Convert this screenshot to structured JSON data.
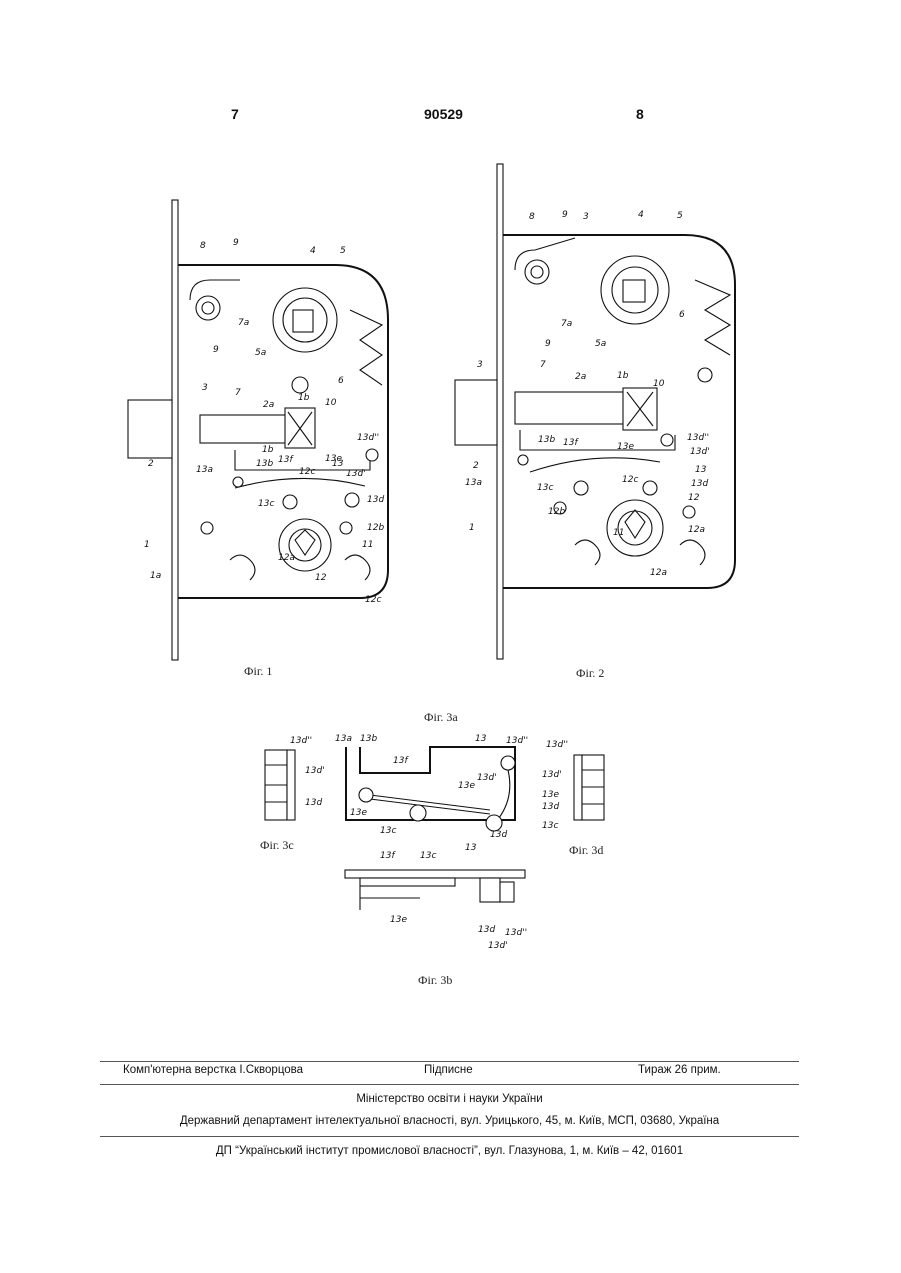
{
  "header": {
    "page_left": "7",
    "patent_number": "90529",
    "page_right": "8"
  },
  "figures": {
    "fig1": {
      "caption": "Фіг. 1",
      "labels": [
        "8",
        "9",
        "4",
        "5",
        "7a",
        "5a",
        "9",
        "3",
        "6",
        "7",
        "2a",
        "1b",
        "10",
        "2",
        "13a",
        "1b",
        "13b",
        "13f",
        "12c",
        "13",
        "13e",
        "13d''",
        "13d'",
        "13c",
        "13d",
        "12b",
        "1",
        "1a",
        "12a",
        "11",
        "12",
        "12c"
      ]
    },
    "fig2": {
      "caption": "Фіг. 2",
      "labels": [
        "8",
        "9",
        "3",
        "4",
        "5",
        "7a",
        "5a",
        "6",
        "3",
        "9",
        "7",
        "2a",
        "1b",
        "10",
        "13b",
        "13f",
        "13e",
        "13d''",
        "13d'",
        "2",
        "13a",
        "13",
        "13c",
        "12c",
        "13d",
        "12",
        "12b",
        "11",
        "12a",
        "1",
        "12a"
      ]
    },
    "fig3a": {
      "caption": "Фіг. 3а",
      "labels": [
        "13a",
        "13b",
        "13",
        "13d''",
        "13f",
        "13e",
        "13d'",
        "13e",
        "13c",
        "13d"
      ]
    },
    "fig3c": {
      "caption": "Фіг. 3с",
      "labels": [
        "13d''",
        "13d'",
        "13d"
      ]
    },
    "fig3d": {
      "caption": "Фіг. 3d",
      "labels": [
        "13d''",
        "13d'",
        "13e",
        "13d",
        "13c"
      ]
    },
    "fig3b": {
      "caption": "Фіг. 3b",
      "labels": [
        "13f",
        "13c",
        "13",
        "13e",
        "13d",
        "13d''",
        "13d'"
      ]
    }
  },
  "footer": {
    "typesetting": "Комп'ютерна верстка І.Скворцова",
    "signed": "Підписне",
    "circulation": "Тираж 26 прим.",
    "ministry": "Міністерство освіти і науки України",
    "department": "Державний департамент інтелектуальної власності, вул. Урицького, 45, м. Київ, МСП, 03680, Україна",
    "institute": "ДП “Український інститут промислової власності”, вул. Глазунова, 1, м. Київ – 42, 01601"
  }
}
